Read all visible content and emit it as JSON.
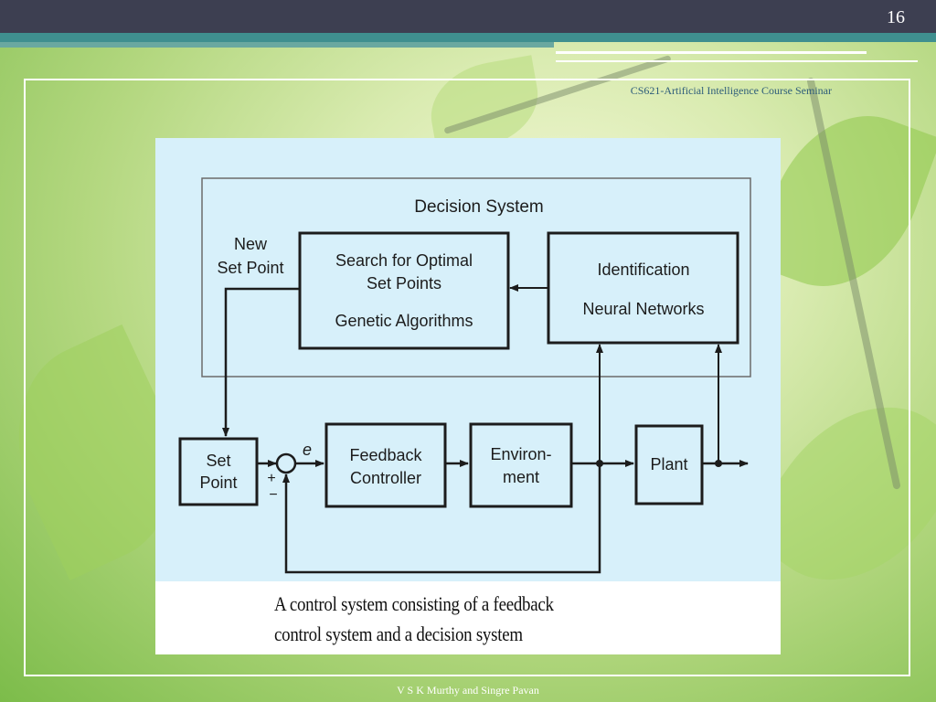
{
  "slide": {
    "number": "16",
    "course_title": "CS621-Artificial Intelligence Course Seminar",
    "footer": "V S K Murthy and Singre Pavan",
    "caption": [
      "A control system consisting of a feedback",
      "control system and a decision system"
    ]
  },
  "diagram": {
    "decision_system_label": "Decision System",
    "new_set_point": [
      "New",
      "Set Point"
    ],
    "search_box": [
      "Search for Optimal",
      "Set Points",
      "Genetic Algorithms"
    ],
    "identification_box": [
      "Identification",
      "Neural Networks"
    ],
    "set_point_box": [
      "Set",
      "Point"
    ],
    "error_label": "e",
    "plus_sign": "+",
    "minus_sign": "−",
    "feedback_box": [
      "Feedback",
      "Controller"
    ],
    "environment_box": [
      "Environ-",
      "ment"
    ],
    "plant_box": "Plant",
    "colors": {
      "panel": "#d7f0fa",
      "ink": "#1c1c1c",
      "outer_border": "#6b6b6b"
    }
  }
}
